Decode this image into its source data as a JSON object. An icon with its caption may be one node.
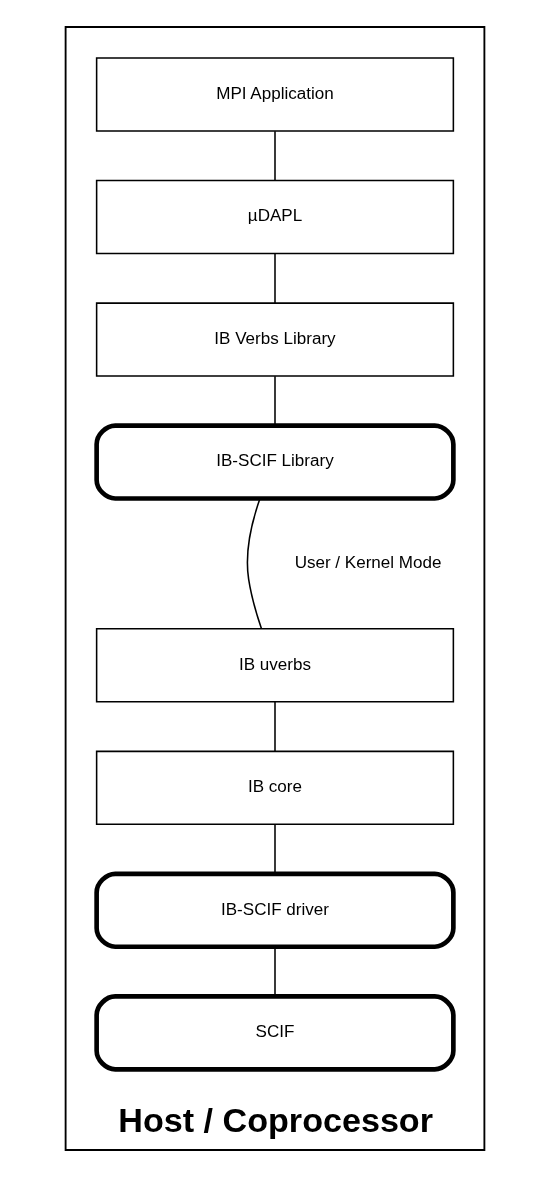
{
  "diagram": {
    "nodes": [
      {
        "text": [
          "Host / Coprocessor"
        ]
      },
      {
        "text": [
          "MPI Application"
        ],
        "in": 0
      },
      {
        "text": [
          "µDAPL"
        ],
        "in": 0
      },
      {
        "text": [
          "IB Verbs Library"
        ],
        "in": 0
      },
      {
        "text": [
          "IB-SCIF Library"
        ],
        "in": 0
      },
      {
        "text": [
          "IB uverbs"
        ],
        "in": 0
      },
      {
        "text": [
          "IB core"
        ],
        "in": 0
      },
      {
        "text": [
          "IB-SCIF driver"
        ],
        "in": 0
      },
      {
        "text": [
          "SCIF"
        ],
        "in": 0
      }
    ],
    "edges": [
      {
        "from": 1,
        "to": 2,
        "arrow": "none"
      },
      {
        "from": 2,
        "to": 3,
        "arrow": "none"
      },
      {
        "from": 3,
        "to": 4,
        "arrow": "none"
      },
      {
        "from": 4,
        "to": 5,
        "arrow": "none"
      },
      {
        "from": 5,
        "to": 6,
        "arrow": "none"
      },
      {
        "from": 6,
        "to": 7,
        "arrow": "none"
      },
      {
        "from": 7,
        "to": 8,
        "arrow": "none"
      }
    ],
    "labels": [
      "User / Kernel Mode"
    ]
  }
}
